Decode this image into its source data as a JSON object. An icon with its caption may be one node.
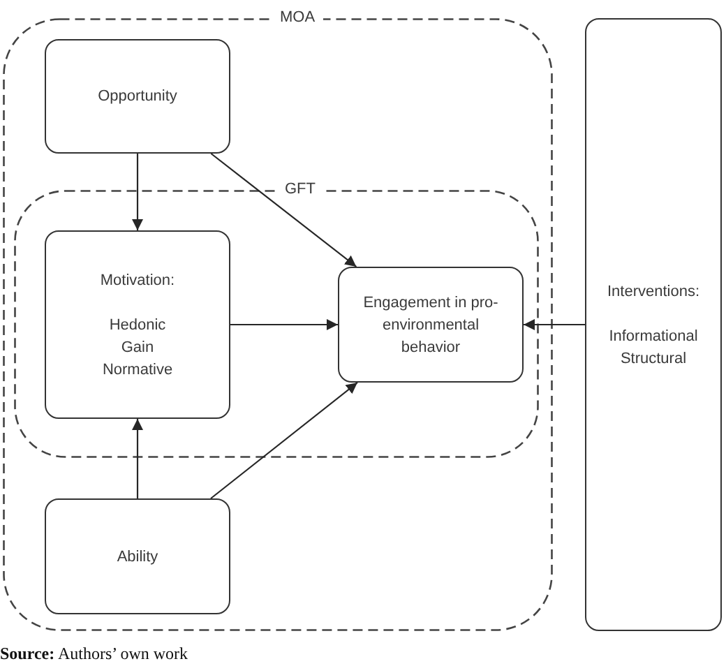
{
  "diagram": {
    "caption": "**Source:** Authors’ own work",
    "nodes": [
      {
        "text": [
          "MOA"
        ]
      },
      {
        "text": [
          "Opportunity"
        ],
        "in": 0
      },
      {
        "text": [
          "GFT"
        ],
        "in": 0
      },
      {
        "text": [
          "Motivation:",
          "Hedonic",
          "Gain",
          "Normative"
        ],
        "in": 2
      },
      {
        "text": [
          "Engagement in pro-environmental behavior"
        ],
        "in": 2
      },
      {
        "text": [
          "Ability"
        ],
        "in": 0
      },
      {
        "text": [
          "Interventions:",
          "Informational",
          "Structural"
        ]
      }
    ],
    "edges": [
      {
        "from": 1,
        "to": 3,
        "arrow": "to"
      },
      {
        "from": 1,
        "to": 4,
        "arrow": "to"
      },
      {
        "from": 3,
        "to": 4,
        "arrow": "to"
      },
      {
        "from": 5,
        "to": 3,
        "arrow": "to"
      },
      {
        "from": 5,
        "to": 4,
        "arrow": "to"
      },
      {
        "from": 6,
        "to": 4,
        "arrow": "to"
      }
    ]
  }
}
